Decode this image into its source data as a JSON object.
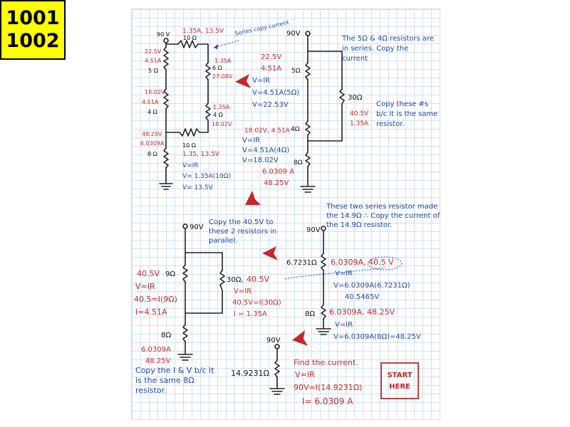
{
  "badge": {
    "line1": "1001",
    "line2": "1002"
  },
  "top_left": {
    "src": "90 V",
    "r_top_label": "10 Ω",
    "r_top_val": "1.35A, 13.5V",
    "series_note": "Series copy current",
    "r5": "5 Ω",
    "r5_v": "22.5V",
    "r5_i": "4.51A",
    "r4": "4 Ω",
    "r4_v": "18.02V",
    "r4_i": "4.51A",
    "r8": "8 Ω",
    "r8_v": "48.25V",
    "r8_i": "6.0309A",
    "r6": "6 Ω",
    "r6_i": "1.35A",
    "r6_v": "27.08V",
    "r4b": "4 Ω",
    "r4b_i": "1.35A",
    "r4b_v": "18.02V",
    "r_bot_label": "10 Ω",
    "calc1": "1.35, 13.5V",
    "calc2": "V=IR",
    "calc3": "V= 1.35A(10Ω)",
    "calc4": "V= 13.5V"
  },
  "top_right": {
    "src": "90V",
    "r5": "5Ω",
    "r5_v": "22.5V",
    "r5_i": "4.51A",
    "f1": "V=IR",
    "f2": "V=4.51A(5Ω)",
    "f3": "V=22.53V",
    "r30": "30Ω",
    "r30_v": "40.5V",
    "r30_i": "1.35A",
    "note_series": "The 5Ω & 4Ω resistors are in series. Copy the current",
    "note_copy": "Copy these #s b/c it is the same resistor.",
    "r4_line": "18.02V, 4.51A",
    "r4": "4Ω",
    "g1": "V=IR",
    "g2": "V=4.51A(4Ω)",
    "g3": "V=18.02V",
    "r8": "8Ω",
    "r8_i": "6.0309 A",
    "r8_v": "48.25V"
  },
  "mid_left": {
    "src": "90V",
    "note_copy": "Copy the 40.5V to these 2 resistors in parallel.",
    "r9_v": "40.5V",
    "r9": "9Ω",
    "r9_f1": "V=IR",
    "r9_f2": "40.5=I(9Ω)",
    "r9_f3": "I=4.51A",
    "r30": "30Ω,",
    "r30_v": "40.5V",
    "r30_f1": "V=IR",
    "r30_f2": "40.5V=I(30Ω)",
    "r30_f3": "I = 1.35A",
    "r8": "8Ω",
    "r8_i": "6.0309A",
    "r8_v": "48.25V",
    "note_bottom": "Copy the I & V b/c it is the same 8Ω resistor."
  },
  "mid_right": {
    "note_series": "These two series resistor made the 14.9Ω ∴ Copy the current of the 14.9Ω resistor.",
    "src": "90V",
    "r67": "6.7231Ω",
    "r67_vals": "6.0309A, 40.5 V",
    "r67_f1": "V=IR",
    "r67_f2": "V=6.0309A(6.7231Ω)",
    "r67_f3": "40.5465V",
    "r8": "8Ω",
    "r8_vals": "6.0309A, 48.25V",
    "r8_f1": "V=IR",
    "r8_f2": "V=6.0309A(8Ω)=48.25V"
  },
  "bottom": {
    "src": "90V",
    "r": "14.9231Ω",
    "l1": "Find the current.",
    "l2": "V=IR",
    "l3": "90V=I(14.9231Ω)",
    "l4": "I= 6.0309 A",
    "start": "START",
    "here": "HERE"
  },
  "colors": {
    "red": "#c62828",
    "blue": "#2448a8",
    "ink": "#111111",
    "badge": "#ffff00"
  }
}
